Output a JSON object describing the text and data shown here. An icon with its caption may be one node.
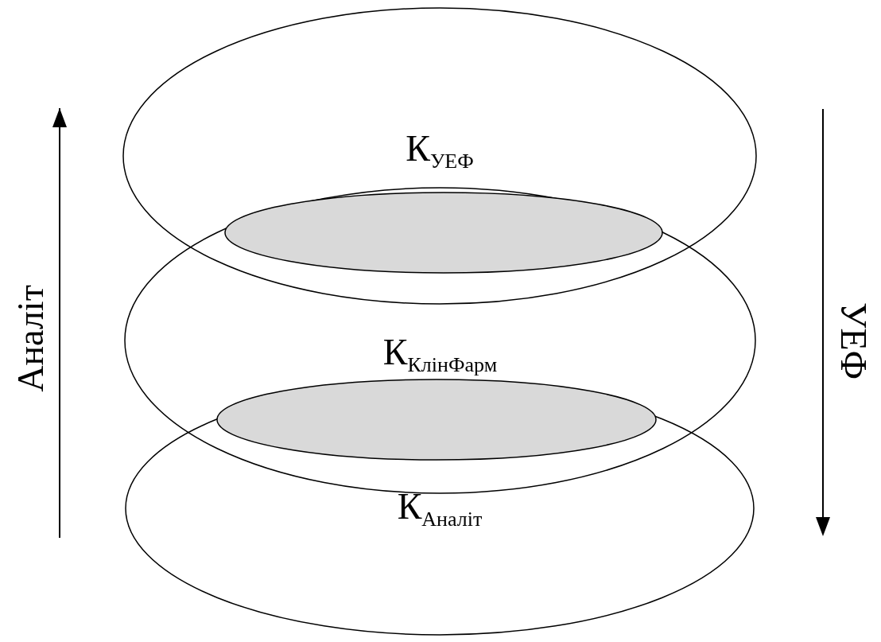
{
  "diagram": {
    "nodes": [
      {
        "text": [
          "К$_{УЕФ}$"
        ]
      },
      {
        "text": [
          "К$_{КлінФарм}$"
        ]
      },
      {
        "text": [
          "К$_{Аналіт}$"
        ]
      },
      {
        "text": [],
        "shape": "ellipse"
      },
      {
        "text": [],
        "shape": "ellipse"
      }
    ],
    "labels": [
      "Аналіт",
      "УЕФ"
    ]
  }
}
